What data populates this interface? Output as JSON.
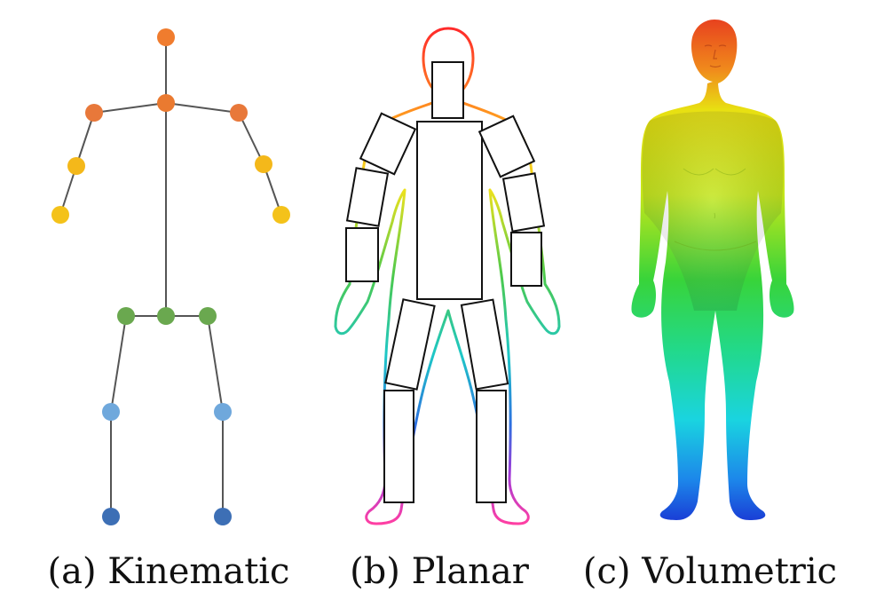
{
  "captions": {
    "kinematic": "(a)  Kinematic",
    "planar": "(b)  Planar",
    "volumetric": "(c)  Volumetric"
  },
  "colors": {
    "head": "#f07c2e",
    "arms": "#f4b81a",
    "hips": "#6aa84f",
    "knees": "#6fa8dc",
    "ankles": "#3d6fb5",
    "bone": "#555555",
    "box_stroke": "#111111"
  }
}
